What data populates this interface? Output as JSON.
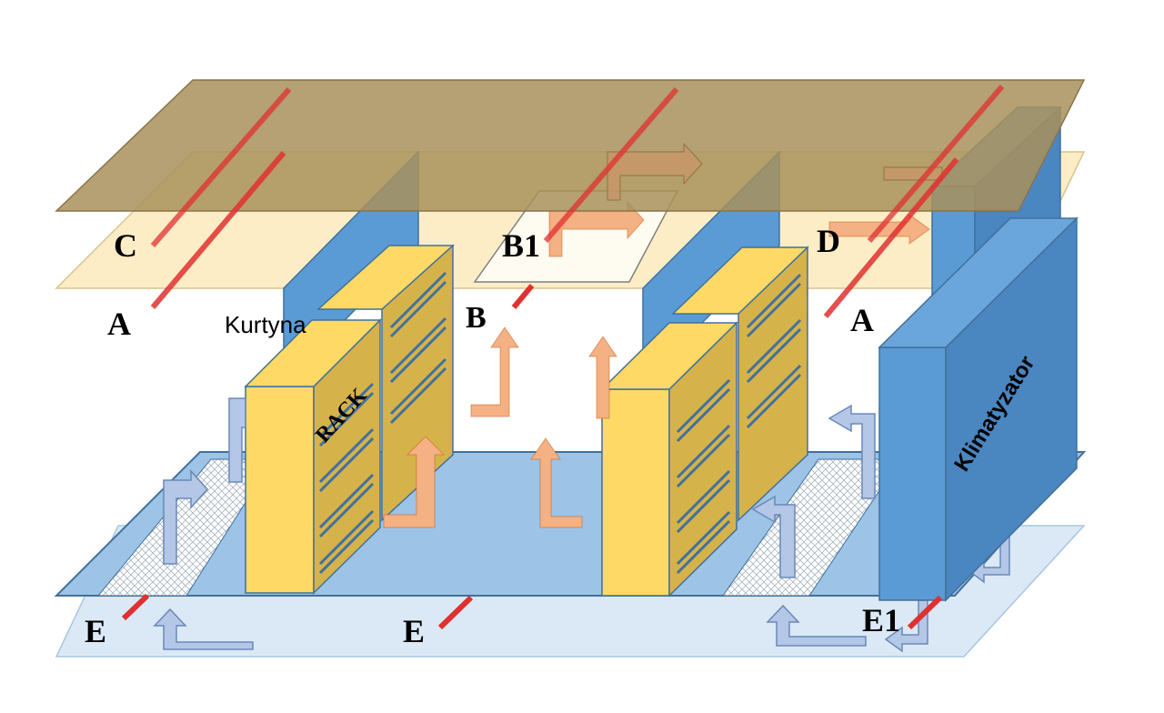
{
  "labels": {
    "C": "C",
    "A_left": "A",
    "B1": "B1",
    "B": "B",
    "D": "D",
    "A_right": "A",
    "E_left": "E",
    "E_mid": "E",
    "E1": "E1",
    "kurtyna": "Kurtyna",
    "rack": "RACK",
    "klimatyzator": "Klimatyzator"
  },
  "colors": {
    "ceiling_top": "#a8905a",
    "ceiling_low": "#fbe7b4",
    "floor_raised": "#9dc3e6",
    "floor_under": "#dbe9f6",
    "rack_front": "#ffd966",
    "rack_side": "#d6b24a",
    "blue_unit": "#5b9bd5",
    "hot_arrow": "#f4b183",
    "cold_arrow": "#b4c7e7",
    "section_line": "#e03030"
  }
}
